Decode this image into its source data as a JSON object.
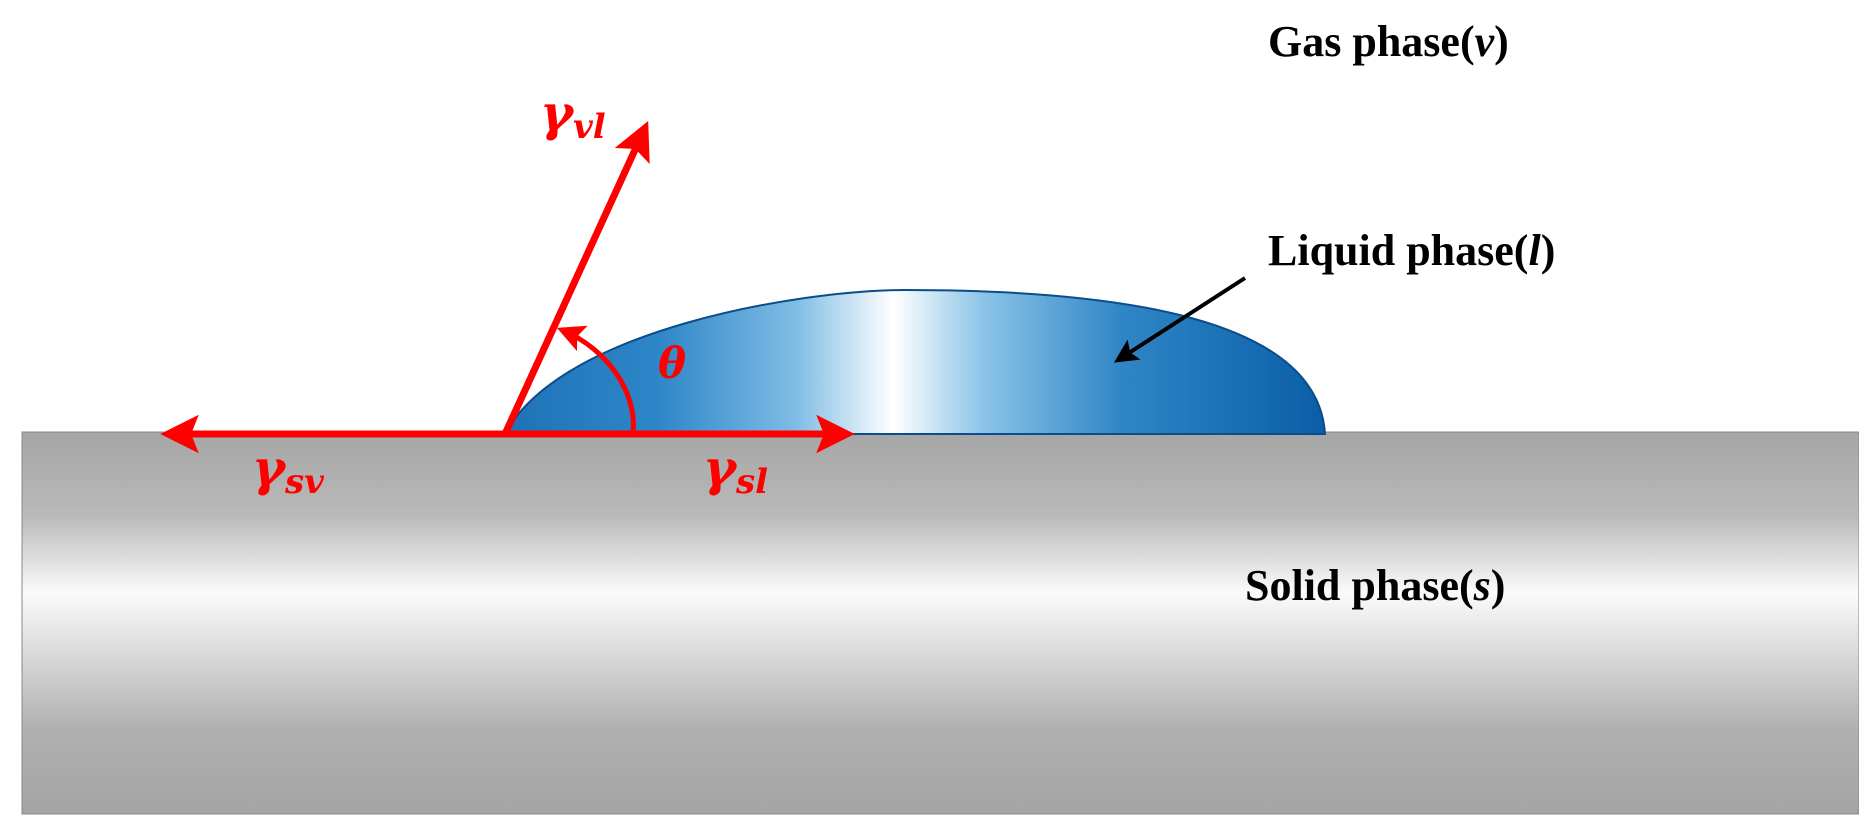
{
  "labels": {
    "gas": {
      "prefix": "Gas phase(",
      "symbol": "v",
      "suffix": ")"
    },
    "liquid": {
      "prefix": "Liquid phase(",
      "symbol": "l",
      "suffix": ")"
    },
    "solid": {
      "prefix": "Solid phase(",
      "symbol": "s",
      "suffix": ")"
    }
  },
  "tensions": {
    "vl": {
      "symbol": "γ",
      "subscript": "vl"
    },
    "sv": {
      "symbol": "γ",
      "subscript": "sv"
    },
    "sl": {
      "symbol": "γ",
      "subscript": "sl"
    }
  },
  "angle": {
    "symbol": "θ"
  },
  "colors": {
    "vector": "#ff0000",
    "solid_dark": "#a9a9a9",
    "solid_light": "#ffffff",
    "droplet_dark": "#0a62a8",
    "droplet_light": "#ffffff",
    "pointer": "#000000"
  }
}
